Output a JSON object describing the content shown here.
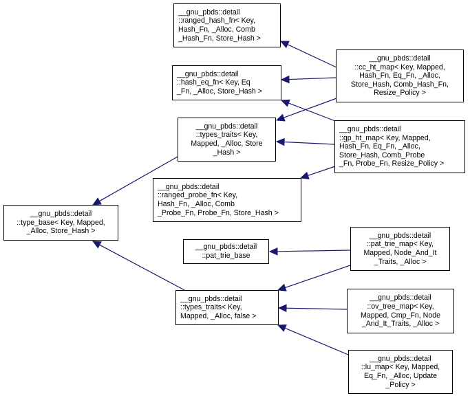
{
  "diagram": {
    "type": "inheritance-graph",
    "edge_color": "#191970",
    "nodes": [
      {
        "id": "ranged_hash_fn",
        "lines": [
          "__gnu_pbds::detail",
          "::ranged_hash_fn< Key,",
          " Hash_Fn, _Alloc, Comb",
          "_Hash_Fn, Store_Hash >"
        ]
      },
      {
        "id": "hash_eq_fn",
        "lines": [
          "__gnu_pbds::detail",
          "::hash_eq_fn< Key, Eq",
          "_Fn, _Alloc, Store_Hash >"
        ]
      },
      {
        "id": "cc_ht_map",
        "lines": [
          "__gnu_pbds::detail",
          "::cc_ht_map< Key, Mapped,",
          " Hash_Fn, Eq_Fn, _Alloc,",
          " Store_Hash, Comb_Hash_Fn,",
          " Resize_Policy >"
        ]
      },
      {
        "id": "types_traits_store_hash",
        "lines": [
          "__gnu_pbds::detail",
          "::types_traits< Key,",
          " Mapped, _Alloc, Store",
          "_Hash >"
        ]
      },
      {
        "id": "gp_ht_map",
        "lines": [
          "__gnu_pbds::detail",
          "::gp_ht_map< Key, Mapped,",
          " Hash_Fn, Eq_Fn, _Alloc,",
          " Store_Hash, Comb_Probe",
          "_Fn, Probe_Fn, Resize_Policy >"
        ]
      },
      {
        "id": "ranged_probe_fn",
        "lines": [
          "__gnu_pbds::detail",
          "::ranged_probe_fn< Key,",
          " Hash_Fn, _Alloc, Comb",
          "_Probe_Fn, Probe_Fn, Store_Hash >"
        ]
      },
      {
        "id": "type_base",
        "lines": [
          "__gnu_pbds::detail",
          "::type_base< Key, Mapped,",
          " _Alloc, Store_Hash >"
        ]
      },
      {
        "id": "pat_trie_base",
        "lines": [
          "__gnu_pbds::detail",
          "::pat_trie_base"
        ]
      },
      {
        "id": "pat_trie_map",
        "lines": [
          "__gnu_pbds::detail",
          "::pat_trie_map< Key,",
          " Mapped, Node_And_It",
          "_Traits, _Alloc >"
        ]
      },
      {
        "id": "types_traits_false",
        "lines": [
          "__gnu_pbds::detail",
          "::types_traits< Key,",
          " Mapped, _Alloc, false >"
        ]
      },
      {
        "id": "ov_tree_map",
        "lines": [
          "__gnu_pbds::detail",
          "::ov_tree_map< Key,",
          " Mapped, Cmp_Fn, Node",
          "_And_It_Traits, _Alloc >"
        ]
      },
      {
        "id": "lu_map",
        "lines": [
          "__gnu_pbds::detail",
          "::lu_map< Key, Mapped,",
          " Eq_Fn, _Alloc, Update",
          "_Policy >"
        ]
      }
    ],
    "edges": [
      {
        "from": "cc_ht_map",
        "to": "ranged_hash_fn"
      },
      {
        "from": "cc_ht_map",
        "to": "hash_eq_fn"
      },
      {
        "from": "cc_ht_map",
        "to": "types_traits_store_hash"
      },
      {
        "from": "gp_ht_map",
        "to": "hash_eq_fn"
      },
      {
        "from": "gp_ht_map",
        "to": "types_traits_store_hash"
      },
      {
        "from": "gp_ht_map",
        "to": "ranged_probe_fn"
      },
      {
        "from": "types_traits_store_hash",
        "to": "type_base"
      },
      {
        "from": "types_traits_false",
        "to": "type_base"
      },
      {
        "from": "pat_trie_map",
        "to": "pat_trie_base"
      },
      {
        "from": "pat_trie_map",
        "to": "types_traits_false"
      },
      {
        "from": "ov_tree_map",
        "to": "types_traits_false"
      },
      {
        "from": "lu_map",
        "to": "types_traits_false"
      }
    ]
  }
}
